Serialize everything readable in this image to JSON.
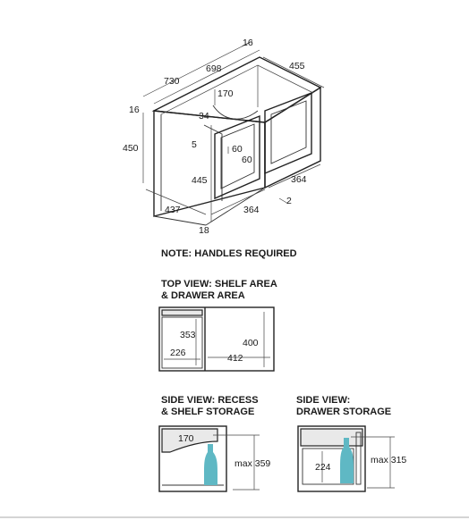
{
  "iso": {
    "d16_top": "16",
    "d698": "698",
    "d730": "730",
    "d455": "455",
    "d170": "170",
    "d16_left": "16",
    "d34": "34",
    "d5": "5",
    "d60a": "60",
    "d60b": "60",
    "d450": "450",
    "d445": "445",
    "d437": "437",
    "d18": "18",
    "d364a": "364",
    "d364b": "364",
    "d2": "2"
  },
  "note": "NOTE: HANDLES REQUIRED",
  "top_view": {
    "title_line1": "TOP VIEW: SHELF AREA",
    "title_line2": "& DRAWER AREA",
    "d353": "353",
    "d226": "226",
    "d400": "400",
    "d412": "412"
  },
  "side_recess": {
    "title_line1": "SIDE VIEW: RECESS",
    "title_line2": "& SHELF STORAGE",
    "d170": "170",
    "max": "max 359"
  },
  "side_drawer": {
    "title_line1": "SIDE VIEW:",
    "title_line2": "DRAWER STORAGE",
    "d224": "224",
    "max": "max 315"
  },
  "colors": {
    "bottle": "#5fb8c4",
    "panel": "#e9e9e9",
    "line": "#222222"
  }
}
